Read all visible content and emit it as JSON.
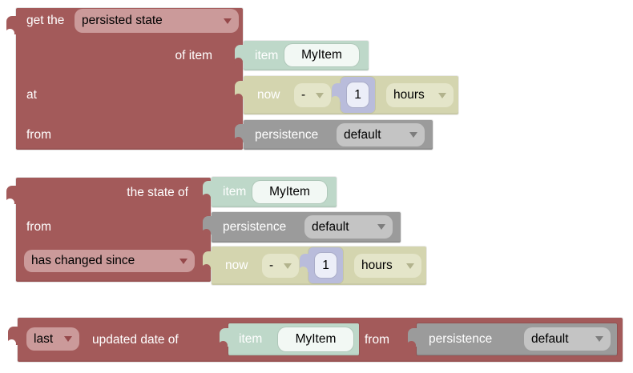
{
  "workspace": {
    "get_block": {
      "prefix_label": "get the",
      "type_dropdown": "persisted state",
      "of_item_label": "of item",
      "at_label": "at",
      "from_label": "from"
    },
    "state_block": {
      "the_state_of_label": "the state of",
      "from_label": "from",
      "check_dropdown": "has changed since"
    },
    "updated_block": {
      "which_dropdown": "last",
      "updated_date_of_label": "updated date of",
      "from_label": "from"
    },
    "item_block": {
      "label": "item",
      "name": "MyItem"
    },
    "datetime_block": {
      "label": "now",
      "operator": "-",
      "value": "1",
      "unit": "hours"
    },
    "persistence_block": {
      "label": "persistence",
      "service": "default"
    },
    "colors": {
      "block_red": "#a35a5a",
      "dropdown_pink": "#cb9a9a",
      "block_teal": "#bed8c9",
      "block_olive": "#d4d5af",
      "dropdown_olive_light": "#e4e5c9",
      "block_lavender": "#b9bcdb",
      "block_gray": "#9b9b9b",
      "dropdown_gray_light": "#c4c4c4",
      "field_white": "#f2f8f4",
      "field_lavender": "#eceef8"
    }
  }
}
